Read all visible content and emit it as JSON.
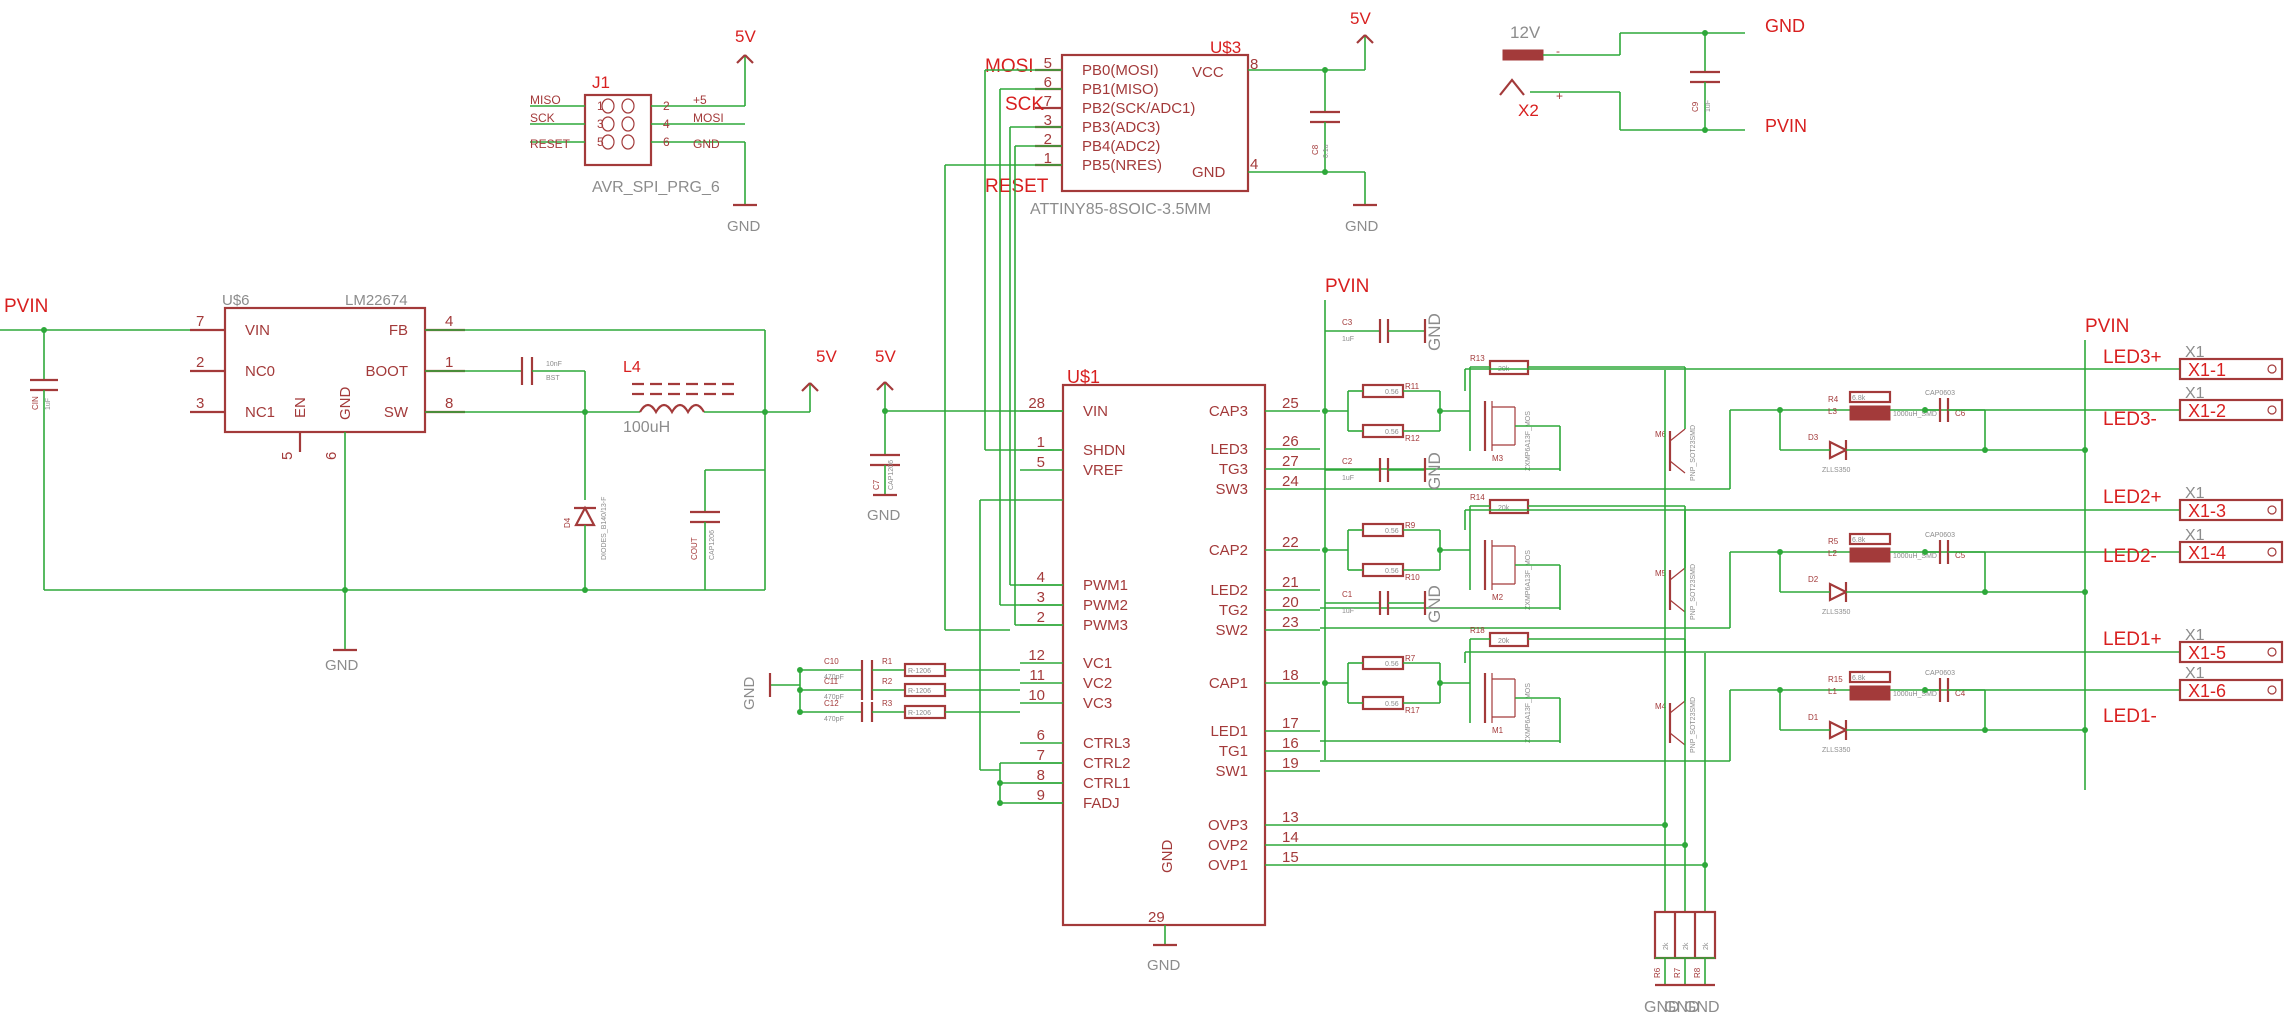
{
  "power": {
    "pvin": "PVIN",
    "v5": "5V",
    "gnd": "GND",
    "v12": "12V",
    "x2": "X2"
  },
  "j1": {
    "ref": "J1",
    "value": "AVR_SPI_PRG_6",
    "miso": "MISO",
    "sck": "SCK",
    "reset": "RESET",
    "plus5": "+5",
    "mosi": "MOSI",
    "gnd": "GND",
    "pins": [
      "1",
      "2",
      "3",
      "4",
      "5",
      "6"
    ]
  },
  "u3": {
    "ref": "U$3",
    "value": "ATTINY85-8SOIC-3.5MM",
    "pins_left": [
      {
        "num": "5",
        "name": "PB0(MOSI)"
      },
      {
        "num": "6",
        "name": "PB1(MISO)"
      },
      {
        "num": "7",
        "name": "PB2(SCK/ADC1)"
      },
      {
        "num": "3",
        "name": "PB3(ADC3)"
      },
      {
        "num": "2",
        "name": "PB4(ADC2)"
      },
      {
        "num": "1",
        "name": "PB5(NRES)"
      }
    ],
    "vcc": "VCC",
    "vcc_pin": "8",
    "gnd": "GND",
    "gnd_pin": "4",
    "net_mosi": "MOSI",
    "net_sck": "SCK",
    "net_reset": "RESET"
  },
  "u6": {
    "ref": "U$6",
    "value": "LM22674",
    "pins_left": [
      {
        "num": "7",
        "name": "VIN"
      },
      {
        "num": "2",
        "name": "NC0"
      },
      {
        "num": "3",
        "name": "NC1"
      }
    ],
    "pins_right": [
      {
        "num": "4",
        "name": "FB"
      },
      {
        "num": "1",
        "name": "BOOT"
      },
      {
        "num": "8",
        "name": "SW"
      }
    ],
    "en": "EN",
    "gnd": "GND",
    "en_pin": "5",
    "gnd_pin": "6",
    "l4": "L4",
    "l4_value": "100uH",
    "cin": "CIN",
    "cin_val": "1uF",
    "cbst": "10nF",
    "bst": "BST",
    "d4": "D4",
    "d4_val": "DIODES_B140/13-F",
    "cout": "COUT",
    "cout_val": "CAP1206"
  },
  "u1": {
    "ref": "U$1",
    "left": [
      {
        "num": "28",
        "name": "VIN"
      },
      {
        "num": "1",
        "name": "SHDN"
      },
      {
        "num": "5",
        "name": "VREF"
      },
      {
        "num": "4",
        "name": "PWM1"
      },
      {
        "num": "3",
        "name": "PWM2"
      },
      {
        "num": "2",
        "name": "PWM3"
      },
      {
        "num": "12",
        "name": "VC1"
      },
      {
        "num": "11",
        "name": "VC2"
      },
      {
        "num": "10",
        "name": "VC3"
      },
      {
        "num": "6",
        "name": "CTRL3"
      },
      {
        "num": "7",
        "name": "CTRL2"
      },
      {
        "num": "8",
        "name": "CTRL1"
      },
      {
        "num": "9",
        "name": "FADJ"
      }
    ],
    "right": [
      {
        "num": "25",
        "name": "CAP3"
      },
      {
        "num": "26",
        "name": "LED3"
      },
      {
        "num": "27",
        "name": "TG3"
      },
      {
        "num": "24",
        "name": "SW3"
      },
      {
        "num": "22",
        "name": "CAP2"
      },
      {
        "num": "21",
        "name": "LED2"
      },
      {
        "num": "20",
        "name": "TG2"
      },
      {
        "num": "23",
        "name": "SW2"
      },
      {
        "num": "18",
        "name": "CAP1"
      },
      {
        "num": "17",
        "name": "LED1"
      },
      {
        "num": "16",
        "name": "TG1"
      },
      {
        "num": "19",
        "name": "SW1"
      },
      {
        "num": "13",
        "name": "OVP3"
      },
      {
        "num": "14",
        "name": "OVP2"
      },
      {
        "num": "15",
        "name": "OVP1"
      }
    ],
    "gnd": "GND",
    "gnd_pin": "29",
    "c7": "C7",
    "c7_val": "CAP1206",
    "r1": "R1",
    "r2": "R2",
    "r3": "R3",
    "r_val": "R-1206",
    "c10": "C10",
    "c11": "C11",
    "c12": "C12",
    "cv": "470pF"
  },
  "channels": [
    {
      "cap": "C3",
      "cap_val": "1uF",
      "rs_a": "R11",
      "rs_b": "R12",
      "rs_val": "0.56",
      "rg": "R13",
      "rg_val": "20k",
      "m": "M3",
      "m_val": "ZXMP6A13F_MOS",
      "q": "M6",
      "q_val": "PNP_SOT23SMD",
      "rl": "R4",
      "rl_val": "6.8k",
      "l": "L3",
      "l_val": "1000uH_SMD",
      "c": "C6",
      "c_val": "CAP0603",
      "d": "D3",
      "d_val": "ZLLS350"
    },
    {
      "cap": "C2",
      "cap_val": "1uF",
      "rs_a": "R9",
      "rs_b": "R10",
      "rs_val": "0.56",
      "rg": "R14",
      "rg_val": "20k",
      "m": "M2",
      "m_val": "ZXMP6A13F_MOS",
      "q": "M5",
      "q_val": "PNP_SOT23SMD",
      "rl": "R5",
      "rl_val": "6.8k",
      "l": "L2",
      "l_val": "1000uH_SMD",
      "c": "C5",
      "c_val": "CAP0603",
      "d": "D2",
      "d_val": "ZLLS350"
    },
    {
      "cap": "C1",
      "cap_val": "1uF",
      "rs_a": "R7",
      "rs_b": "R17",
      "rs_val": "0.56",
      "rg": "R18",
      "rg_val": "20k",
      "m": "M1",
      "m_val": "ZXMP6A13F_MOS",
      "q": "M4",
      "q_val": "PNP_SOT23SMD",
      "rl": "R15",
      "rl_val": "6.8k",
      "l": "L1",
      "l_val": "1000uH_SMD",
      "c": "C4",
      "c_val": "CAP0603",
      "d": "D1",
      "d_val": "ZLLS350"
    }
  ],
  "x1": {
    "ref": "X1",
    "pins": [
      "X1-1",
      "X1-2",
      "X1-3",
      "X1-4",
      "X1-5",
      "X1-6"
    ],
    "nets": [
      "LED3+",
      "LED3-",
      "LED2+",
      "LED2-",
      "LED1+",
      "LED1-"
    ]
  },
  "ovp": {
    "r6": "R6",
    "r7": "R7",
    "r8": "R8",
    "val": "2k"
  },
  "top_caps": {
    "c8": "C8",
    "c8_val": "0.1u",
    "c9": "C9",
    "c9_val": "1uF"
  },
  "x2_pins": {
    "minus": "-",
    "plus": "+"
  }
}
